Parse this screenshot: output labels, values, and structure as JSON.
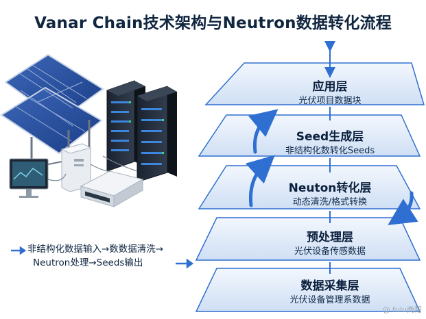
{
  "title": "Vanar Chain技术架构与Neutron数据转化流程",
  "layers": [
    {
      "name": "应用层",
      "desc": "光伏项目数据块"
    },
    {
      "name": "Seed生成层",
      "desc": "非结构化数转化Seeds"
    },
    {
      "name": "Neuton转化层",
      "desc": "动态清洗/格式转换"
    },
    {
      "name": "预处理层",
      "desc": "光伏设备传感数据"
    },
    {
      "name": "数据采集层",
      "desc": "光伏设备管理系数据"
    }
  ],
  "flow": {
    "line1": "非结构化数据输入→数数据清洗→",
    "line2": "Neutron处理→Seeds输出"
  },
  "watermark": "@ fulu商帮",
  "colors": {
    "accent": "#2f6fd1",
    "layer_fill": "#dbe8f8",
    "layer_edge": "#2f6fd1",
    "title": "#10253f"
  },
  "icons": [
    "solar-panel-icon",
    "server-rack-icon",
    "monitor-icon",
    "pc-tower-icon",
    "storage-device-icon",
    "curved-arrow-icon"
  ]
}
